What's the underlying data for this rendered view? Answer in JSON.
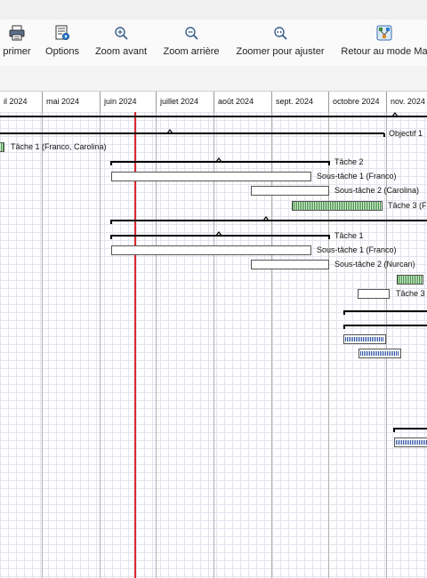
{
  "toolbar": {
    "items": [
      {
        "label": "primer",
        "icon": "printer-icon"
      },
      {
        "label": "Options",
        "icon": "options-icon"
      },
      {
        "label": "Zoom avant",
        "icon": "zoom-in-icon"
      },
      {
        "label": "Zoom arrière",
        "icon": "zoom-out-icon"
      },
      {
        "label": "Zoomer pour ajuster",
        "icon": "zoom-fit-icon"
      },
      {
        "label": "Retour au mode Ma",
        "icon": "return-mode-icon"
      }
    ]
  },
  "timeline": {
    "months": [
      "il 2024",
      "mai 2024",
      "juin 2024",
      "juillet 2024",
      "août 2024",
      "sept. 2024",
      "octobre 2024",
      "nov. 2024"
    ]
  },
  "labels": {
    "objectif1": "Objectif 1",
    "tache1_franco_carolina": "Tâche 1 (Franco, Carolina)",
    "tache2": "Tâche 2",
    "sous_tache1_franco_a": "Sous-tâche 1 (Franco)",
    "sous_tache2_carolina": "Sous-tâche 2 (Carolina)",
    "tache3_a": "Tâche 3 (F",
    "tache1": "Tâche 1",
    "sous_tache1_franco_b": "Sous-tâche 1 (Franco)",
    "sous_tache2_nurcan": "Sous-tâche 2 (Nurcan)",
    "tache3_b": "Tâche 3"
  },
  "colors": {
    "today_line": "#d9282f",
    "progress_green": "#3b8e3b",
    "progress_blue": "#2a4fa0"
  }
}
